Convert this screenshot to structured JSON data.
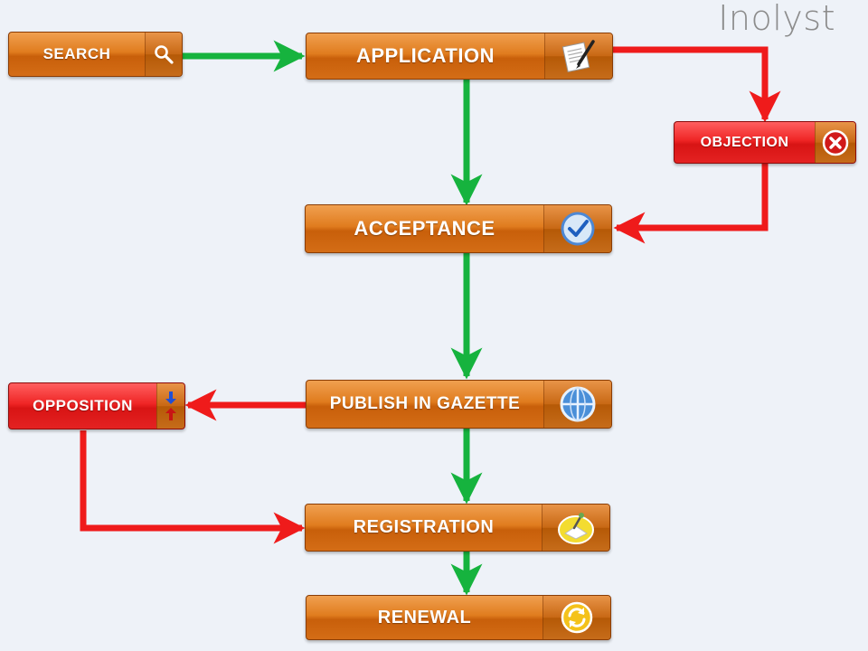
{
  "brand": "Inolyst",
  "nodes": {
    "search": {
      "label": "SEARCH",
      "icon": "search-icon"
    },
    "application": {
      "label": "APPLICATION",
      "icon": "document-pen-icon"
    },
    "objection": {
      "label": "OBJECTION",
      "icon": "close-circle-icon"
    },
    "acceptance": {
      "label": "ACCEPTANCE",
      "icon": "checkmark-circle-icon"
    },
    "publish": {
      "label": "PUBLISH IN GAZETTE",
      "icon": "globe-icon"
    },
    "opposition": {
      "label": "OPPOSITION",
      "icon": "up-down-arrows-icon"
    },
    "registration": {
      "label": "REGISTRATION",
      "icon": "register-book-icon"
    },
    "renewal": {
      "label": "RENEWAL",
      "icon": "refresh-icon"
    }
  },
  "colors": {
    "accept_arrow": "#16b33e",
    "reject_arrow": "#ef1b1b",
    "node_orange": "#e07c1e",
    "node_red": "#ef2525"
  }
}
